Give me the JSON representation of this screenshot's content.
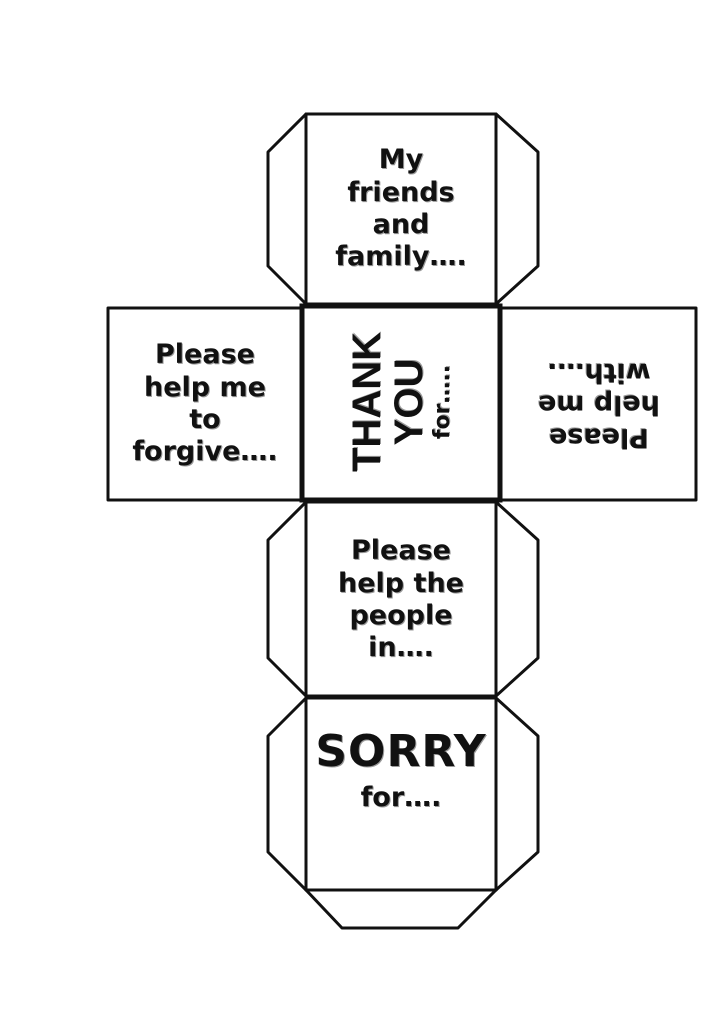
{
  "faces": {
    "top": {
      "lines": [
        "My",
        "friends",
        "and",
        "family…."
      ]
    },
    "left": {
      "lines": [
        "Please",
        "help me",
        "to",
        "forgive…."
      ]
    },
    "center": {
      "title_1": "THANK",
      "title_2": "YOU",
      "subtitle": "for….."
    },
    "right": {
      "lines": [
        "Please",
        "help me",
        "with…."
      ]
    },
    "bottom_1": {
      "lines": [
        "Please",
        "help the",
        "people",
        "in…."
      ]
    },
    "bottom_2": {
      "title": "SORRY",
      "subtitle": "for…."
    }
  },
  "colors": {
    "outline": "#111111",
    "text": "#111111",
    "text_shadow": "#9a9a9a",
    "background": "#ffffff"
  }
}
